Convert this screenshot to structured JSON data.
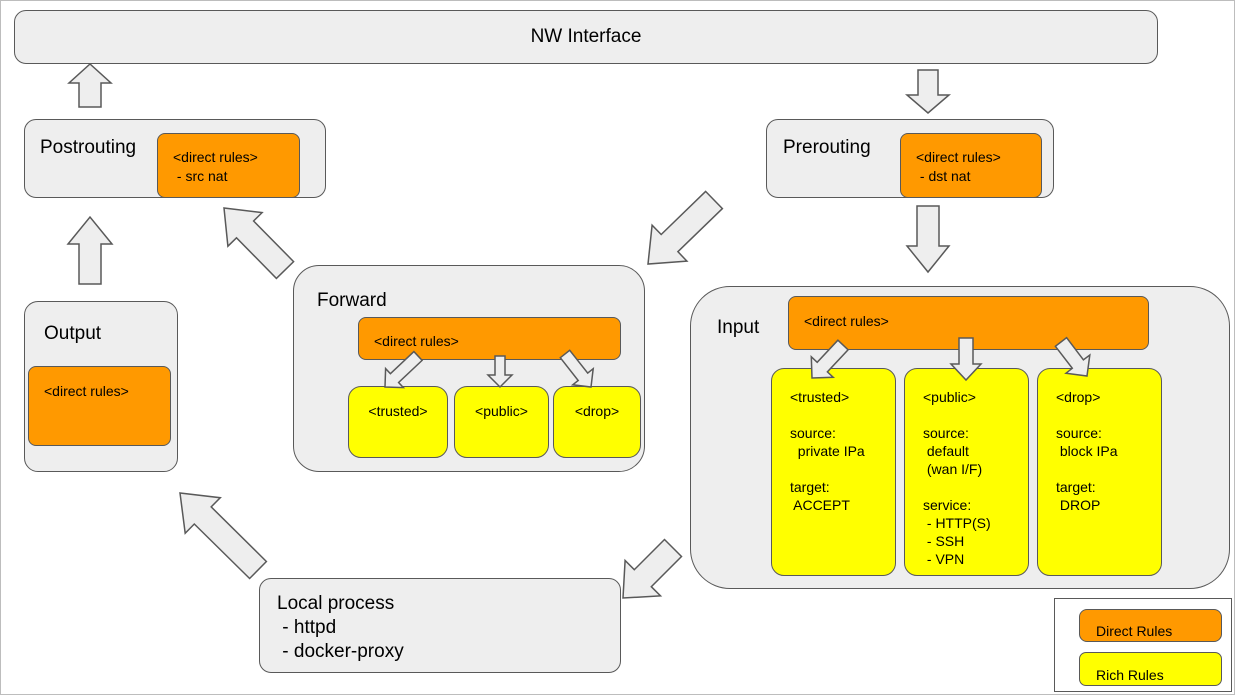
{
  "nw_interface": {
    "label": "NW Interface"
  },
  "postrouting": {
    "title": "Postrouting",
    "direct_rules": "<direct rules>\n - src nat"
  },
  "prerouting": {
    "title": "Prerouting",
    "direct_rules": "<direct rules>\n - dst nat"
  },
  "output": {
    "title": "Output",
    "direct_rules": "<direct rules>"
  },
  "forward": {
    "title": "Forward",
    "direct_rules": "<direct rules>",
    "zones": [
      "<trusted>",
      "<public>",
      "<drop>"
    ]
  },
  "input": {
    "title": "Input",
    "direct_rules": "<direct rules>",
    "zones": [
      "<trusted>\n\nsource:\n  private IPa\n\ntarget:\n ACCEPT",
      "<public>\n\nsource:\n default\n (wan I/F)\n\nservice:\n - HTTP(S)\n - SSH\n - VPN",
      "<drop>\n\nsource:\n block IPa\n\ntarget:\n DROP"
    ]
  },
  "local_process": {
    "title": "Local process",
    "items": [
      " - httpd",
      " - docker-proxy"
    ]
  },
  "legend": {
    "direct": "Direct Rules",
    "rich": "Rich Rules"
  },
  "colors": {
    "direct": "#ff9900",
    "rich": "#ffff00",
    "box": "#eeeeee",
    "stroke": "#595959"
  }
}
